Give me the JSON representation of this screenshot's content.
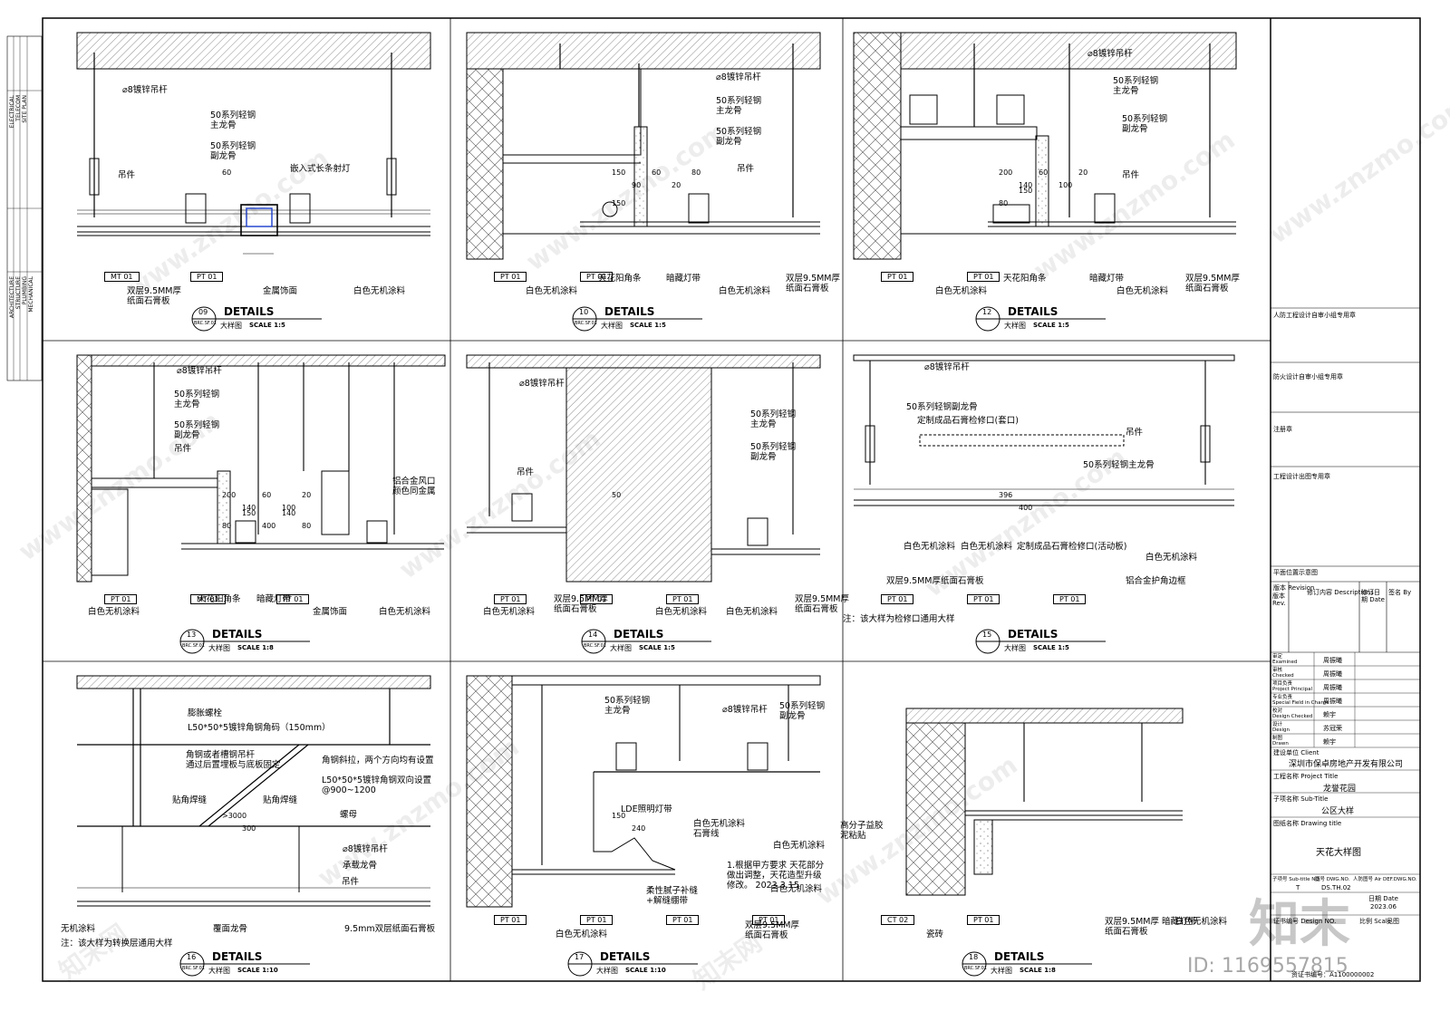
{
  "sheet": {
    "left_strip": [
      "ELECTRICAL",
      "TELECOM",
      "SITE PLAN",
      "ARCHITECTURE",
      "STRUCTURE",
      "PLUMBING",
      "MECHANICAL"
    ]
  },
  "details": [
    {
      "no": "09",
      "title": "DETAILS",
      "sub": "大样图",
      "scale": "SCALE  1:5",
      "ref": "BRC.SF.01",
      "labels": [
        "⌀8镀锌吊杆",
        "50系列轻钢\n主龙骨",
        "50系列轻钢\n副龙骨",
        "吊件",
        "嵌入式长条射灯",
        "双层9.5MM厚\n纸面石膏板",
        "金属饰面",
        "白色无机涂料"
      ],
      "tags": [
        "MT 01",
        "PT 01"
      ],
      "dims": [
        "60"
      ]
    },
    {
      "no": "10",
      "title": "DETAILS",
      "sub": "大样图",
      "scale": "SCALE  1:5",
      "ref": "BRC.SF.01",
      "labels": [
        "⌀8镀锌吊杆",
        "50系列轻钢\n主龙骨",
        "50系列轻钢\n副龙骨",
        "吊件",
        "白色无机涂料",
        "天花阳角条",
        "暗藏灯带",
        "白色无机涂料",
        "双层9.5MM厚\n纸面石膏板"
      ],
      "tags": [
        "PT 01",
        "PT 01"
      ],
      "dims": [
        "150",
        "90",
        "60",
        "20",
        "80",
        "150"
      ]
    },
    {
      "no": "12",
      "title": "DETAILS",
      "sub": "大样图",
      "scale": "SCALE  1:5",
      "ref": "",
      "labels": [
        "⌀8镀锌吊杆",
        "50系列轻钢\n主龙骨",
        "50系列轻钢\n副龙骨",
        "吊件",
        "白色无机涂料",
        "天花阳角条",
        "暗藏灯带",
        "白色无机涂料",
        "双层9.5MM厚\n纸面石膏板"
      ],
      "tags": [
        "PT 01",
        "PT 01"
      ],
      "dims": [
        "200",
        "140",
        "60",
        "100",
        "20",
        "80",
        "150"
      ]
    },
    {
      "no": "13",
      "title": "DETAILS",
      "sub": "大样图",
      "scale": "SCALE  1:8",
      "ref": "BRC.SF.01",
      "labels": [
        "⌀8镀锌吊杆",
        "50系列轻钢\n主龙骨",
        "50系列轻钢\n副龙骨",
        "吊件",
        "铝合金风口\n颜色同金属",
        "白色无机涂料",
        "天花阳角条",
        "暗藏灯带",
        "金属饰面",
        "白色无机涂料"
      ],
      "tags": [
        "PT 01",
        "MT 01",
        "PT 01"
      ],
      "dims": [
        "200",
        "140",
        "60",
        "100",
        "20",
        "80",
        "150",
        "400",
        "140",
        "80"
      ]
    },
    {
      "no": "14",
      "title": "DETAILS",
      "sub": "大样图",
      "scale": "SCALE  1:5",
      "ref": "BRC.SF.01",
      "labels": [
        "⌀8镀锌吊杆",
        "吊件",
        "50系列轻钢\n主龙骨",
        "50系列轻钢\n副龙骨",
        "白色无机涂料",
        "双层9.5MM厚\n纸面石膏板",
        "白色无机涂料",
        "白色无机涂料",
        "双层9.5MM厚\n纸面石膏板"
      ],
      "tags": [
        "PT 01",
        "PT 01",
        "PT 01"
      ],
      "dims": [
        "50"
      ]
    },
    {
      "no": "15",
      "title": "DETAILS",
      "sub": "大样图",
      "scale": "SCALE  1:5",
      "ref": "",
      "labels": [
        "⌀8镀锌吊杆",
        "50系列轻钢副龙骨",
        "定制成品石膏检修口(套口)",
        "吊件",
        "50系列轻钢主龙骨",
        "白色无机涂料",
        "白色无机涂料",
        "定制成品石膏检修口(活动板)",
        "白色无机涂料",
        "双层9.5MM厚纸面石膏板",
        "铝合金护角边框",
        "注：该大样为检修口通用大样"
      ],
      "tags": [
        "PT 01",
        "PT 01",
        "PT 01"
      ],
      "dims": [
        "396",
        "400"
      ]
    },
    {
      "no": "16",
      "title": "DETAILS",
      "sub": "大样图",
      "scale": "SCALE  1:10",
      "ref": "BRC.SF.01",
      "labels": [
        "膨胀螺栓",
        "L50*50*5镀锌角钢角码（150mm）",
        "角钢或者槽钢吊杆\n通过后置埋板与底板固定",
        "角钢斜拉，两个方向均有设置",
        "L50*50*5镀锌角钢双向设置\n@900~1200",
        "贴角焊缝",
        "贴角焊缝",
        "螺母",
        "⌀8镀锌吊杆",
        "承载龙骨",
        "吊件",
        "无机涂料",
        "覆面龙骨",
        "9.5mm双层纸面石膏板",
        "注：该大样为转换层通用大样"
      ],
      "tags": [],
      "dims": [
        ">3000",
        "300"
      ]
    },
    {
      "no": "17",
      "title": "DETAILS",
      "sub": "大样图",
      "scale": "SCALE  1:10",
      "ref": "",
      "labels": [
        "50系列轻钢\n主龙骨",
        "⌀8镀锌吊杆",
        "50系列轻钢\n副龙骨",
        "LDE照明灯带",
        "白色无机涂料\n石膏线",
        "白色无机涂料",
        "1.根据甲方要求 天花部分\n做出调整，天花造型升级\n修改。 2023.3.15",
        "柔性腻子补缝\n+解缝绷带",
        "白色无机涂料",
        "白色无机涂料",
        "双层9.5MM厚\n纸面石膏板"
      ],
      "tags": [
        "PT 01",
        "PT 01",
        "PT 01",
        "PT 01"
      ],
      "dims": [
        "150",
        "240"
      ]
    },
    {
      "no": "18",
      "title": "DETAILS",
      "sub": "大样图",
      "scale": "SCALE  1:8",
      "ref": "BRC.SF.01",
      "labels": [
        "高分子益胶\n泥粘贴",
        "瓷砖",
        "暗藏灯带",
        "双层9.5MM厚\n纸面石膏板",
        "白色无机涂料"
      ],
      "tags": [
        "CT 02",
        "PT 01"
      ],
      "dims": []
    }
  ],
  "title_block": {
    "stamps": [
      "人防工程设计自审小组专用章",
      "防火设计自审小组专用章",
      "注册章",
      "工程设计出图专用章",
      "平面位置示意图"
    ],
    "revision_header": [
      "版本 Revision",
      "修订内容 Descriptions",
      "修订日期 Date",
      "签名 By"
    ],
    "rev_label": "版本\nRev.",
    "roles": [
      {
        "role": "审定\nExamined",
        "name": "周振曦"
      },
      {
        "role": "审核\nChecked",
        "name": "周振曦"
      },
      {
        "role": "项目负责\nProject Principal",
        "name": "周振曦"
      },
      {
        "role": "专业负责\nSpecial Field in Charge",
        "name": "周振曦"
      },
      {
        "role": "校对\nDesign Checked",
        "name": "赖宇"
      },
      {
        "role": "设计\nDesign",
        "name": "苏冠荣"
      },
      {
        "role": "制图\nDrawn",
        "name": "赖宇"
      }
    ],
    "client_label": "建设单位  Client",
    "client": "深圳市保卓房地产开发有限公司",
    "project_label": "工程名称  Project Title",
    "project": "龙誉花园",
    "subtitle_label": "子项名称  Sub-Title",
    "subtitle": "公区大样",
    "drawing_title_label": "图纸名称  Drawing title",
    "drawing_title": "天花大样图",
    "codes": [
      "子项号 Sub-title NO.",
      "图号 DWG.NO.",
      "人防图号 Air DEF.DWG.NO."
    ],
    "code_values": [
      "T",
      "DS.TH.02",
      ""
    ],
    "date_label": "日期  Date",
    "date": "2023.06",
    "scale_label": "比例 Scale",
    "scale_value": "见图",
    "design_no_label": "证书编号 Design NO.",
    "cert_line": "资证书编号：A1100000002"
  },
  "brand": "知末",
  "id_text": "ID: 1169557815",
  "watermark": "www.znzmo.com",
  "watermark_cn": "知末网"
}
